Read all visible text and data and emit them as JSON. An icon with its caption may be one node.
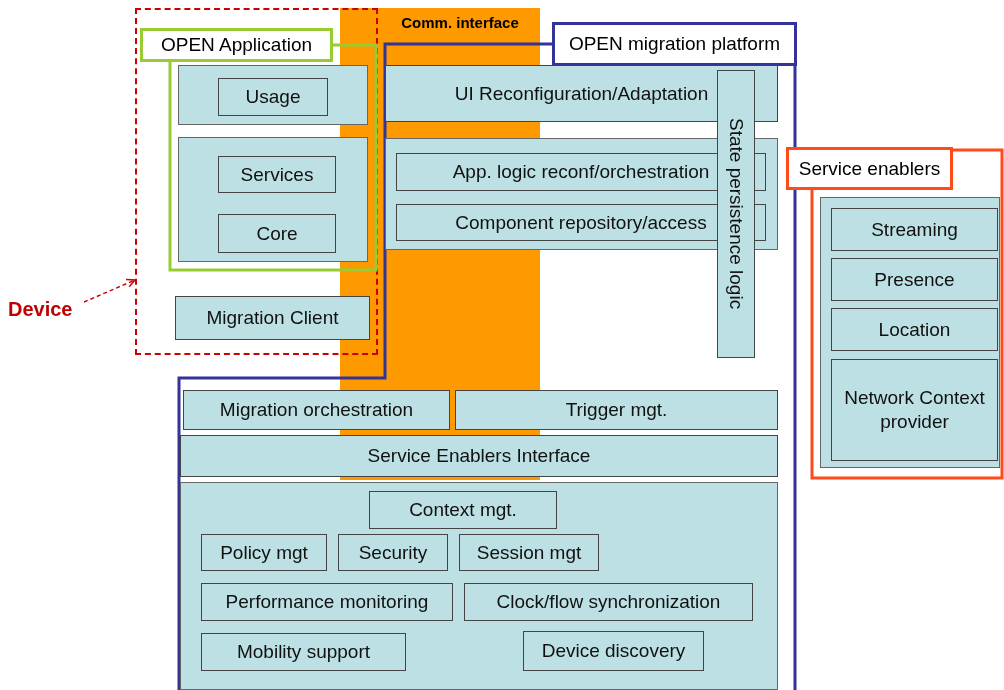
{
  "diagram": {
    "nodes": [
      {
        "text": [],
        "shape": "box"
      },
      {
        "text": [
          "Device"
        ]
      },
      {
        "text": [
          "OPEN Application"
        ]
      },
      {
        "text": [],
        "shape": "box",
        "in": 2
      },
      {
        "text": [
          "Usage"
        ],
        "in": 3
      },
      {
        "text": [],
        "shape": "box",
        "in": 2
      },
      {
        "text": [
          "Services"
        ],
        "in": 5
      },
      {
        "text": [
          "Core"
        ],
        "in": 5
      },
      {
        "text": [
          "Migration Client"
        ]
      },
      {
        "text": [
          "Comm. interface"
        ]
      },
      {
        "text": [
          "OPEN migration platform"
        ]
      },
      {
        "text": [
          "UI Reconfiguration/Adaptation"
        ],
        "in": 10
      },
      {
        "text": [],
        "shape": "box",
        "in": 10
      },
      {
        "text": [
          "App. logic reconf/orchestration"
        ],
        "in": 12
      },
      {
        "text": [
          "Component repository/access"
        ],
        "in": 12
      },
      {
        "text": [
          "State persistence logic"
        ],
        "in": 10
      },
      {
        "text": [
          "Migration orchestration"
        ],
        "in": 10
      },
      {
        "text": [
          "Trigger mgt."
        ],
        "in": 10
      },
      {
        "text": [
          "Service Enablers Interface"
        ],
        "in": 10
      },
      {
        "text": [],
        "shape": "box",
        "in": 10
      },
      {
        "text": [
          "Context mgt."
        ],
        "in": 19
      },
      {
        "text": [
          "Policy mgt"
        ],
        "in": 19
      },
      {
        "text": [
          "Security"
        ],
        "in": 19
      },
      {
        "text": [
          "Session mgt"
        ],
        "in": 19
      },
      {
        "text": [
          "Performance monitoring"
        ],
        "in": 19
      },
      {
        "text": [
          "Clock/flow synchronization"
        ],
        "in": 19
      },
      {
        "text": [
          "Mobility support"
        ],
        "in": 19
      },
      {
        "text": [
          "Device discovery"
        ],
        "in": 19
      },
      {
        "text": [
          "Service enablers"
        ]
      },
      {
        "text": [],
        "shape": "box",
        "in": 28
      },
      {
        "text": [
          "Streaming"
        ],
        "in": 29
      },
      {
        "text": [
          "Presence"
        ],
        "in": 29
      },
      {
        "text": [
          "Location"
        ],
        "in": 29
      },
      {
        "text": [
          "Network Context provider"
        ],
        "in": 29
      }
    ],
    "edges": [
      {
        "from": 1,
        "to": 0,
        "arrow": "to",
        "style": "dashed",
        "color": "#cc0000"
      }
    ]
  }
}
